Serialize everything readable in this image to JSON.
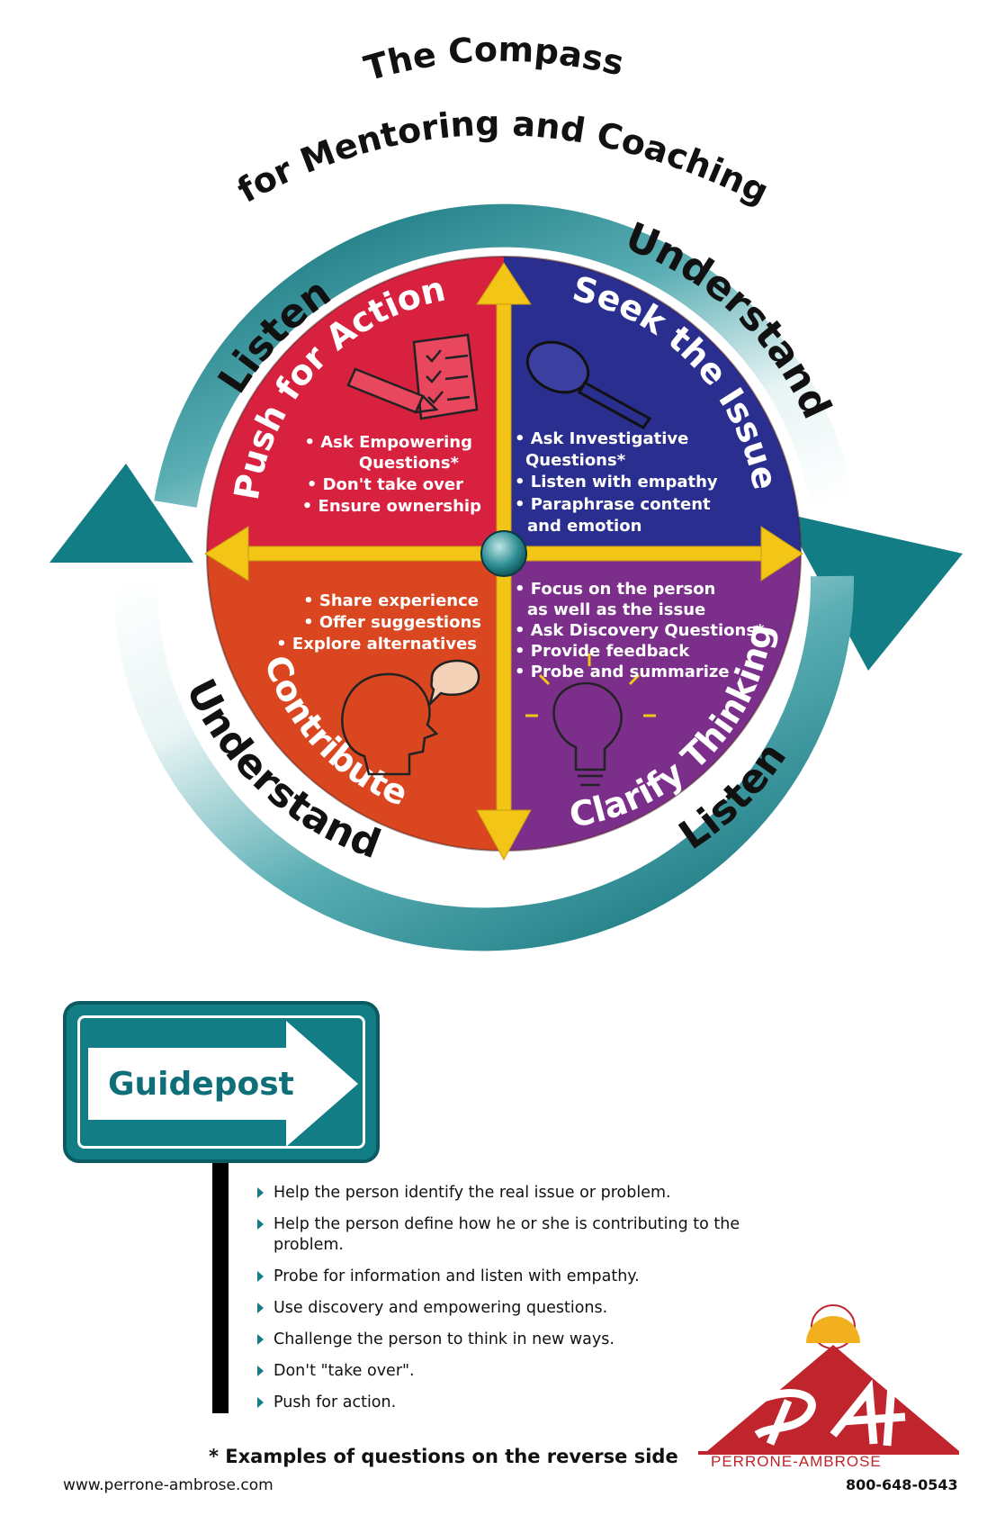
{
  "title": {
    "line1": "The Compass",
    "line2": "for Mentoring and Coaching"
  },
  "ring_words": {
    "top_left": "Listen",
    "top_right": "Understand",
    "bottom_left": "Understand",
    "bottom_right": "Listen"
  },
  "quadrants": {
    "push_for_action": {
      "title": "Push for Action",
      "color": "#d8213f",
      "bullets": [
        "• Ask Empowering",
        "Questions*",
        "• Don't take over",
        "• Ensure ownership"
      ]
    },
    "seek_the_issue": {
      "title": "Seek the Issue",
      "color": "#2a2f8f",
      "bullets": [
        "• Ask Investigative",
        "Questions*",
        "• Listen with empathy",
        "• Paraphrase content",
        "and emotion"
      ]
    },
    "contribute": {
      "title": "Contribute",
      "color": "#d9461f",
      "bullets": [
        "• Share experience",
        "• Offer suggestions",
        "• Explore alternatives"
      ]
    },
    "clarify_thinking": {
      "title": "Clarify Thinking",
      "color": "#7b2f8b",
      "bullets": [
        "• Focus on the person",
        "as well as the issue",
        "• Ask Discovery Questions*",
        "• Provide feedback",
        "• Probe and summarize"
      ]
    }
  },
  "colors": {
    "ring_teal": "#137d86",
    "axis_yellow": "#f2c516",
    "sign_teal": "#137d86",
    "logo_red": "#c0242c"
  },
  "icons": [
    "pencil-checklist-icon",
    "magnifier-icon",
    "head-speech-bubble-icon",
    "head-lightbulb-icon",
    "guidepost-arrow-icon",
    "perrone-ambrose-logo-icon"
  ],
  "guidepost": {
    "label": "Guidepost",
    "tips": [
      "Help the person identify the real issue or problem.",
      "Help the person define how he or she is contributing to the problem.",
      "Probe for information and listen with empathy.",
      "Use discovery and empowering questions.",
      "Challenge the person to think in new ways.",
      "Don't \"take over\".",
      "Push for action."
    ]
  },
  "footnote": "* Examples of questions on the reverse side",
  "footer": {
    "website": "www.perrone-ambrose.com",
    "phone": "800-648-0543",
    "company": "PERRONE-AMBROSE"
  }
}
